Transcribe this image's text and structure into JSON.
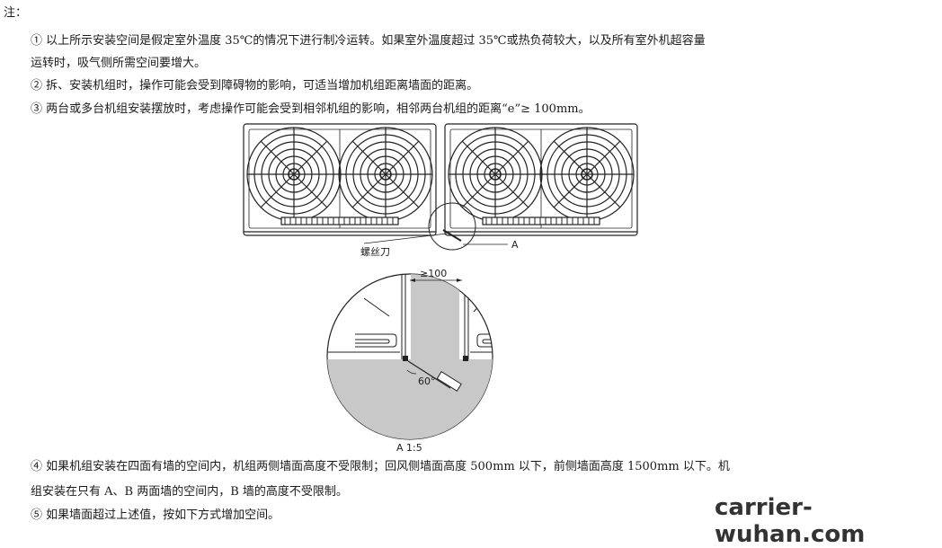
{
  "notes": {
    "heading": "注：",
    "item1_line1": "① 以上所示安装空间是假定室外温度 35℃的情况下进行制冷运转。如果室外温度超过 35℃或热负荷较大，以及所有室外机超容量",
    "item1_line2": "运转时，吸气侧所需空间要增大。",
    "item2": "② 拆、安装机组时，操作可能会受到障碍物的影响，可适当增加机组距离墙面的距离。",
    "item3": "③ 两台或多台机组安装摆放时，考虑操作可能会受到相邻机组的影响，相邻两台机组的距离“e”≥ 100mm。",
    "item4_line1": "④ 如果机组安装在四面有墙的空间内，机组两侧墙面高度不受限制；回风侧墙面高度 500mm 以下，前侧墙面高度 1500mm 以下。机",
    "item4_line2": "组安装在只有 A、B 两面墙的空间内，B 墙的高度不受限制。",
    "item5": "⑤ 如果墙面超过上述值，按如下方式增加空间。"
  },
  "figure": {
    "screwdriver_label": "螺丝刀",
    "callout_label": "A",
    "gap_label": "≥100",
    "angle_label": "60°",
    "detail_caption": "A 1:5"
  },
  "watermark": "carrier-wuhan.com"
}
